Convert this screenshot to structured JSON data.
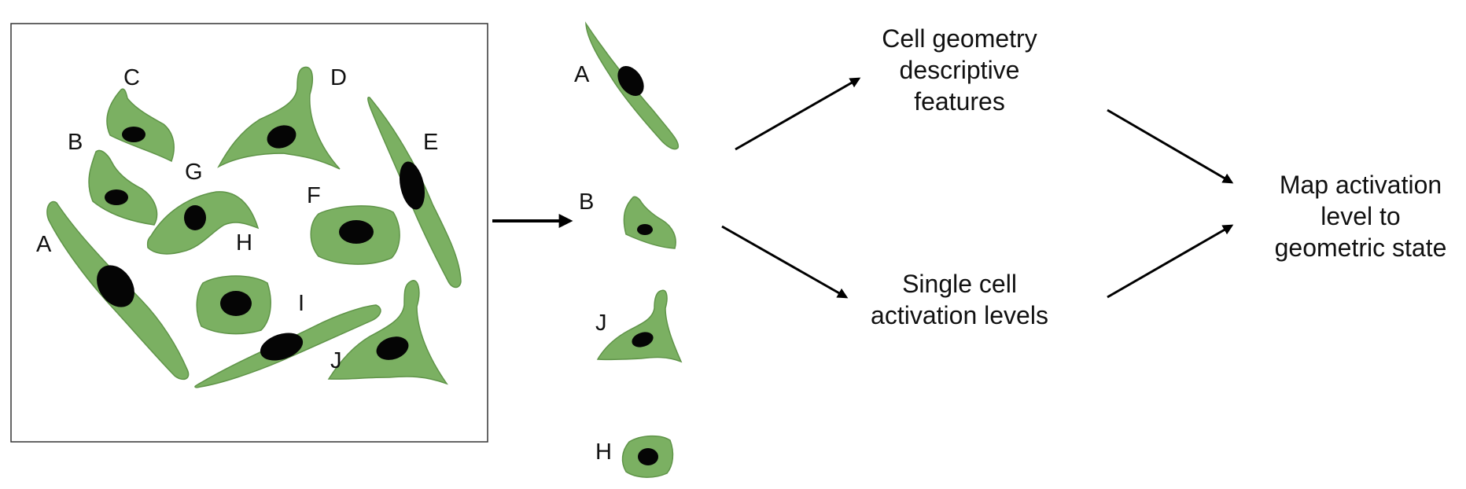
{
  "colors": {
    "cell_fill": "#7bb062",
    "cell_edge": "#5f9448",
    "nucleus": "#050505",
    "arrow": "#000000",
    "frame": "#333333"
  },
  "panel": {
    "cell_labels": [
      "A",
      "B",
      "C",
      "D",
      "E",
      "F",
      "G",
      "H",
      "I",
      "J"
    ]
  },
  "selection": {
    "cell_labels": [
      "A",
      "B",
      "J",
      "H"
    ]
  },
  "flow": {
    "geometry_box": [
      "Cell geometry",
      "descriptive",
      "features"
    ],
    "activation_box": [
      "Single cell",
      "activation levels"
    ],
    "result_box": [
      "Map activation",
      "level to",
      "geometric state"
    ]
  }
}
